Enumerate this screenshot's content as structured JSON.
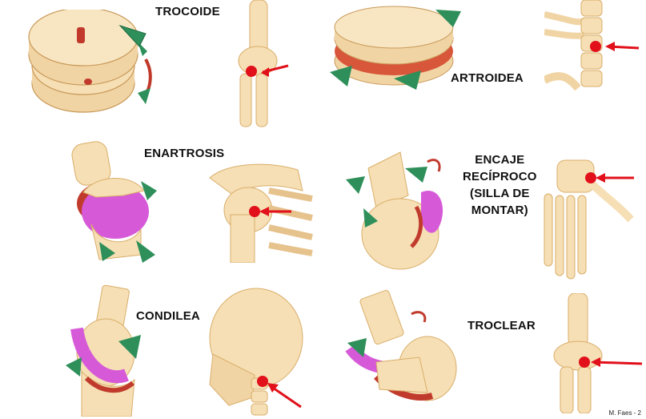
{
  "labels": {
    "trocoide": "TROCOIDE",
    "artroidea": "ARTROIDEA",
    "enartrosis": "ENARTROSIS",
    "encaje": [
      "ENCAJE",
      "RECÍPROCO",
      "(SILLA DE",
      "MONTAR)"
    ],
    "condilea": "CONDILEA",
    "troclear": "TROCLEAR"
  },
  "credit": "M. Faes - 2",
  "colors": {
    "bone": "#f6dfb4",
    "bone_edge": "#d9ae6a",
    "cartilage_pink": "#d65ad8",
    "joint_red": "#c8322b",
    "arrow_green": "#2f8f5a",
    "marker_red": "#e1101a"
  }
}
